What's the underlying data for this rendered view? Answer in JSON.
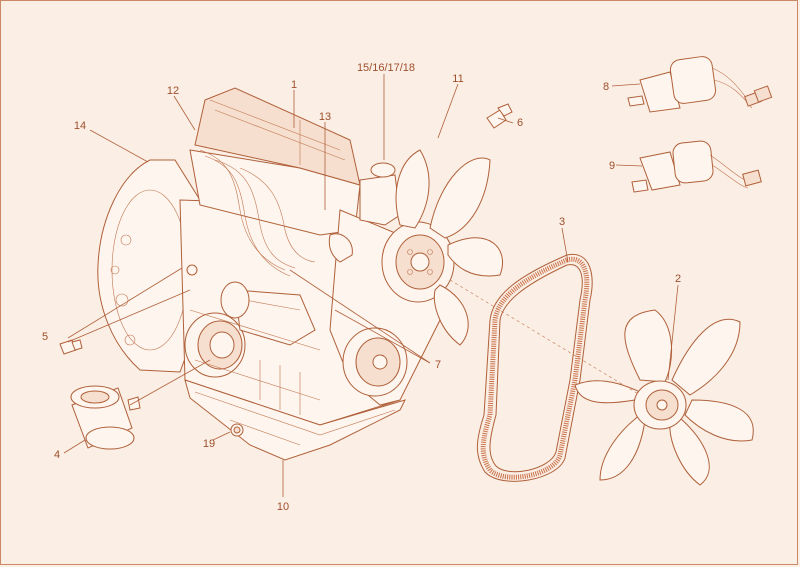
{
  "colors": {
    "line": "#b0603a",
    "background": "#fbeee4",
    "label": "#9e4f2c"
  },
  "callouts": [
    {
      "id": "c1",
      "text": "1"
    },
    {
      "id": "c2",
      "text": "2"
    },
    {
      "id": "c3",
      "text": "3"
    },
    {
      "id": "c4",
      "text": "4"
    },
    {
      "id": "c5",
      "text": "5"
    },
    {
      "id": "c6",
      "text": "6"
    },
    {
      "id": "c7",
      "text": "7"
    },
    {
      "id": "c8",
      "text": "8"
    },
    {
      "id": "c9",
      "text": "9"
    },
    {
      "id": "c10",
      "text": "10"
    },
    {
      "id": "c11",
      "text": "11"
    },
    {
      "id": "c12",
      "text": "12"
    },
    {
      "id": "c13",
      "text": "13"
    },
    {
      "id": "c14",
      "text": "14"
    },
    {
      "id": "c15",
      "text": "15/16/17/18"
    },
    {
      "id": "c19",
      "text": "19"
    }
  ]
}
